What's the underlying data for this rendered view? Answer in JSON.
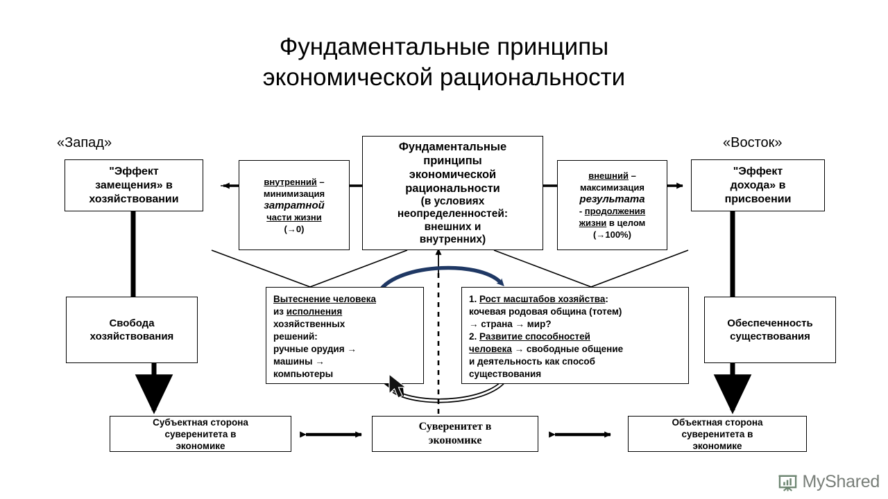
{
  "slide": {
    "title_line1": "Фундаментальные принципы",
    "title_line2": "экономической рациональности",
    "west_caption": "«Запад»",
    "east_caption": "«Восток»"
  },
  "boxes": {
    "west_effect": {
      "line1": "\"Эффект",
      "line2": "замещения» в",
      "line3": "хозяйствовании"
    },
    "east_effect": {
      "line1": "\"Эффект",
      "line2": "дохода» в",
      "line3": "присвоении"
    },
    "center": {
      "line1": "Фундаментальные",
      "line2": "принципы",
      "line3": "экономической",
      "line4": "рациональности",
      "line5": "(в условиях",
      "line6": "неопределенностей:",
      "line7": "внешних и",
      "line8": "внутренних)"
    },
    "internal_label": {
      "l1_u": "внутренний",
      "l1_rest": " –",
      "l2": "минимизация",
      "l3_i": "затратной",
      "l4_u": "части жизни",
      "l5": "(→0)"
    },
    "external_label": {
      "l1_u": "внешний",
      "l1_rest": " –",
      "l2": "максимизация",
      "l3_i": "результата",
      "l4_pre": "- ",
      "l4_u": "продолжения",
      "l5_u": "жизни",
      "l5_rest": " в целом",
      "l6": "(→100%)"
    },
    "freedom": {
      "line1": "Свобода",
      "line2": "хозяйствования"
    },
    "security": {
      "line1": "Обеспеченность",
      "line2": "существования"
    },
    "displacement": {
      "l1_u1": "Вытеснение",
      "l1_u2": " человека",
      "l2_pre": "из ",
      "l2_u": "исполнения",
      "l3": "хозяйственных",
      "l4": "решений:",
      "l5": "ручные орудия →",
      "l6": "машины →",
      "l7": "компьютеры"
    },
    "growth": {
      "l1_num": "1. ",
      "l1_u": "Рост масштабов хозяйства",
      "l1_end": ":",
      "l2": "кочевая родовая община (тотем)",
      "l3": "→ страна → мир?",
      "l4_num": "2. ",
      "l4_u": "Развитие способностей",
      "l5_u": "человека",
      "l5_rest": " → свободные общение",
      "l6": "и деятельность как способ",
      "l7": "существования"
    },
    "subjective": {
      "line1": "Субъектная сторона",
      "line2": "суверенитета в",
      "line3": "экономике"
    },
    "sovereignty": {
      "line1": "Суверенитет в",
      "line2": "экономике"
    },
    "objective": {
      "line1": "Объектная сторона",
      "line2": "суверенитета в",
      "line3": "экономике"
    }
  },
  "watermark": {
    "text": "MyShared",
    "icon": "presentation-board-icon"
  },
  "colors": {
    "stroke": "#000000",
    "blue_arrow": "#1F3864",
    "background": "#FFFFFF",
    "watermark_text": "#5B625B"
  }
}
